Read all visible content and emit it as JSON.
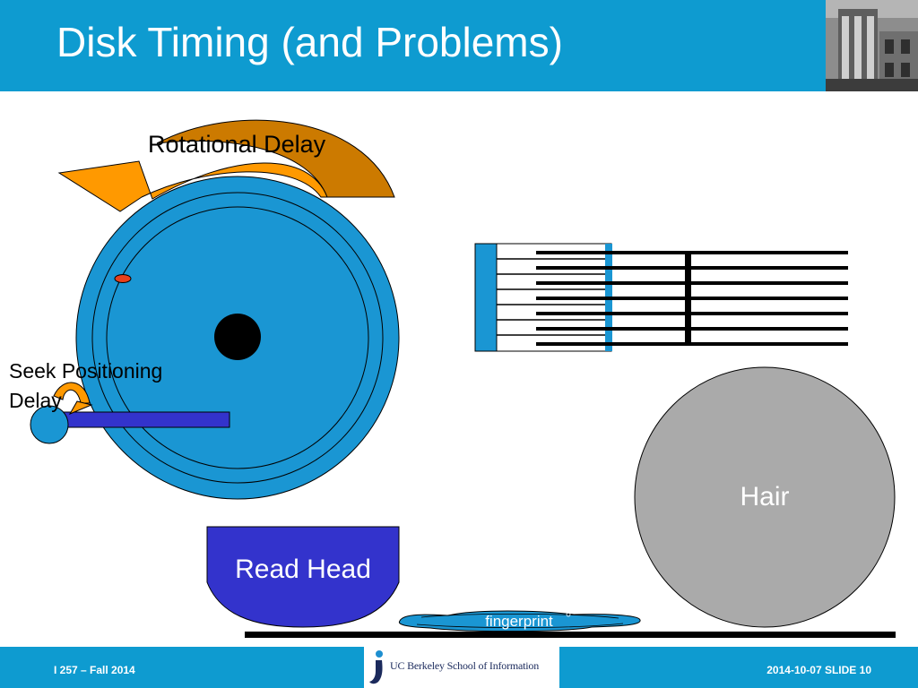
{
  "slide": {
    "title": "Disk Timing (and Problems)"
  },
  "labels": {
    "rotational_delay": "Rotational Delay",
    "seek_line1": "Seek Positioning",
    "seek_line2": "Delay",
    "read_head": "Read Head",
    "hair": "Hair",
    "fingerprint": "fingerprint"
  },
  "footer": {
    "course": "I 257 – Fall 2014",
    "school": "UC Berkeley School of Information",
    "slide_info": "2014-10-07 SLIDE 10"
  },
  "colors": {
    "header_blue": "#0e9bd0",
    "platter_blue": "#1a96d3",
    "arm_blue": "#3333cc",
    "arrow_orange": "#ff9900",
    "arrow_dark": "#cc7a00",
    "hair_gray": "#aaaaaa",
    "marker_red": "#e8401c"
  },
  "icons": {
    "header_photo": "campus-building-photo",
    "logo": "ucb-ischool-logo"
  }
}
